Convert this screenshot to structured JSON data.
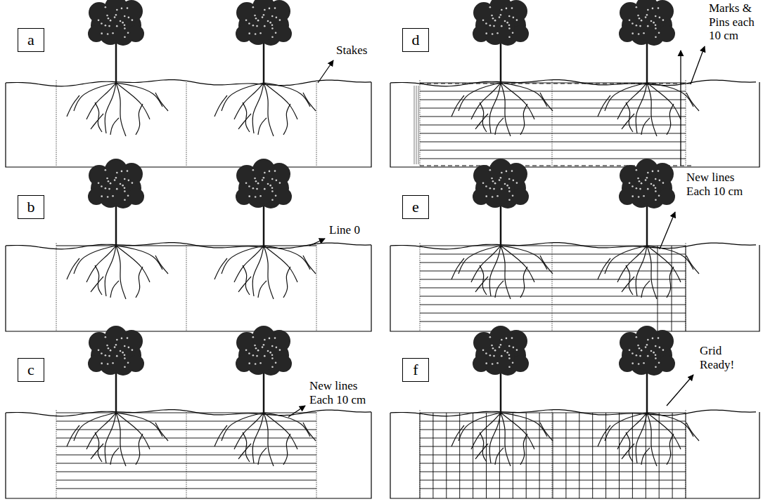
{
  "diagram": {
    "nodes": [
      {
        "text": [
          "a"
        ]
      },
      {
        "text": [
          "b"
        ]
      },
      {
        "text": [
          "c"
        ]
      },
      {
        "text": [
          "d"
        ]
      },
      {
        "text": [
          "e"
        ]
      },
      {
        "text": [
          "f"
        ]
      }
    ],
    "labels": [
      "Stakes",
      "Line 0",
      "New lines Each 10 cm",
      "Marks & Pins each 10 cm",
      "New lines Each 10 cm",
      "Grid Ready!"
    ]
  }
}
